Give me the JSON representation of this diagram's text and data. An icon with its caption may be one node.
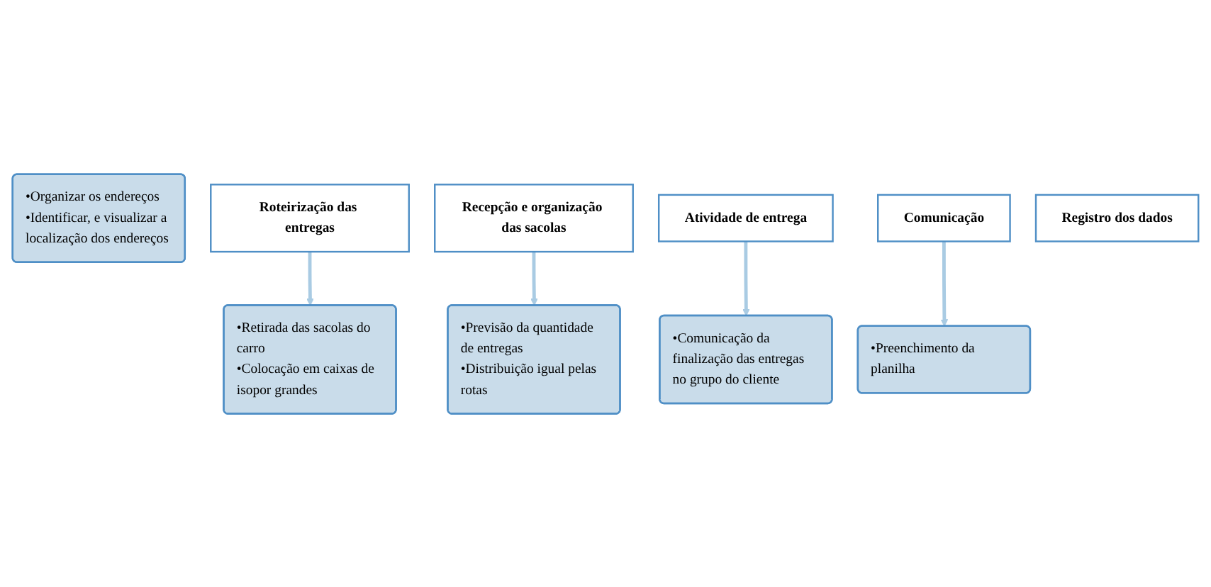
{
  "diagram": {
    "nodes": [
      {
        "text": [
          "•Organizar os endereços",
          "•Identificar, e visualizar a localização dos endereços"
        ]
      },
      {
        "text": [
          "Roteirização das entregas"
        ]
      },
      {
        "text": [
          "Recepção e organização das sacolas"
        ]
      },
      {
        "text": [
          "•Retirada das sacolas do carro",
          "•Colocação em caixas de isopor grandes"
        ]
      },
      {
        "text": [
          "•Previsão da quantidade de entregas",
          "•Distribuição igual pelas rotas"
        ]
      },
      {
        "text": [
          "Atividade de entrega"
        ]
      },
      {
        "text": [
          "Comunicação"
        ]
      },
      {
        "text": [
          "•Comunicação da finalização das entregas no grupo do cliente"
        ]
      },
      {
        "text": [
          "•Preenchimento da planilha"
        ]
      },
      {
        "text": [
          "Registro dos dados"
        ]
      }
    ],
    "edges": [
      {
        "from": 1,
        "to": 3,
        "arrow": "to"
      },
      {
        "from": 2,
        "to": 4,
        "arrow": "to"
      },
      {
        "from": 5,
        "to": 7,
        "arrow": "to"
      },
      {
        "from": 6,
        "to": 8,
        "arrow": "to"
      }
    ]
  }
}
